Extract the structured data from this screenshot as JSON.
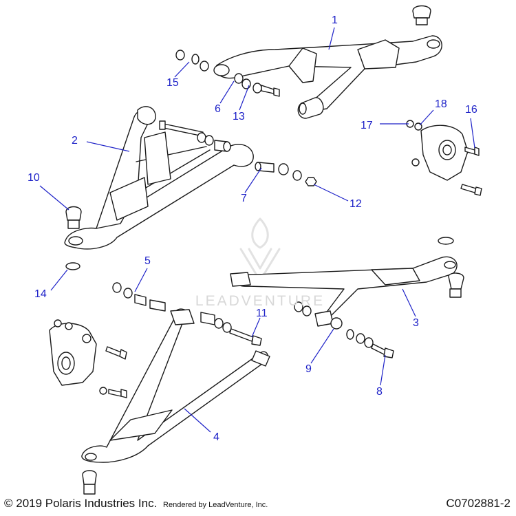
{
  "diagram": {
    "callouts": [
      {
        "id": "1",
        "text": "1"
      },
      {
        "id": "2",
        "text": "2"
      },
      {
        "id": "3",
        "text": "3"
      },
      {
        "id": "4",
        "text": "4"
      },
      {
        "id": "5",
        "text": "5"
      },
      {
        "id": "6",
        "text": "6"
      },
      {
        "id": "7",
        "text": "7"
      },
      {
        "id": "8",
        "text": "8"
      },
      {
        "id": "9",
        "text": "9"
      },
      {
        "id": "10",
        "text": "10"
      },
      {
        "id": "11",
        "text": "11"
      },
      {
        "id": "12",
        "text": "12"
      },
      {
        "id": "13",
        "text": "13"
      },
      {
        "id": "14",
        "text": "14"
      },
      {
        "id": "15",
        "text": "15"
      },
      {
        "id": "16",
        "text": "16"
      },
      {
        "id": "17",
        "text": "17"
      },
      {
        "id": "18",
        "text": "18"
      }
    ],
    "leader_color": "#1e22c8",
    "part_stroke_color": "#1a1a1a"
  },
  "watermark": {
    "text": "LEADVENTURE"
  },
  "footer": {
    "copyright": "© 2019 Polaris Industries Inc.",
    "rendered_by": "Rendered by LeadVenture, Inc.",
    "code": "C0702881-2"
  }
}
